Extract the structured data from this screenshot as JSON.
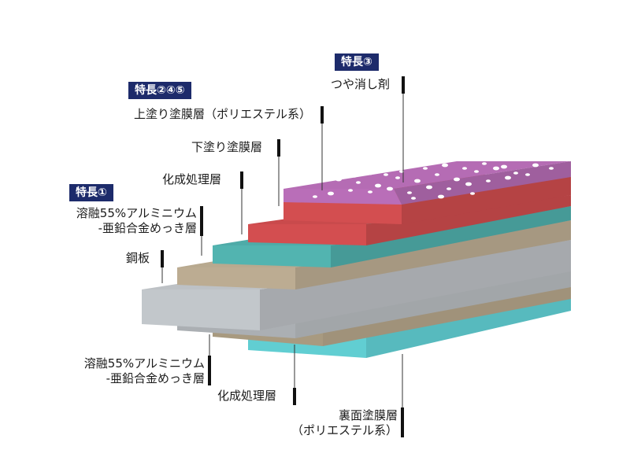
{
  "colors": {
    "badge_bg": "#1d2b6b",
    "matte": "#b56cb4",
    "top_coat": "#c94a4c",
    "primer": "#4eaba8",
    "chem_top": "#b8a98f",
    "steel": "#b4b8bc",
    "chem_bottom": "#a89a80",
    "back_coat": "#5cc4c8"
  },
  "badges": {
    "feature_3": "特長③",
    "feature_245": "特長②④⑤",
    "feature_1": "特長①"
  },
  "labels": {
    "matte_agent": "つや消し剤",
    "top_coat": "上塗り塗膜層（ポリエステル系）",
    "primer": "下塗り塗膜層",
    "chem_top": "化成処理層",
    "plating_top_line1": "溶融55%アルミニウム",
    "plating_top_line2": "-亜鉛合金めっき層",
    "steel": "鋼板",
    "plating_bottom_line1": "溶融55%アルミニウム",
    "plating_bottom_line2": "-亜鉛合金めっき層",
    "chem_bottom": "化成処理層",
    "back_coat_line1": "裏面塗膜層",
    "back_coat_line2": "（ポリエステル系）"
  }
}
